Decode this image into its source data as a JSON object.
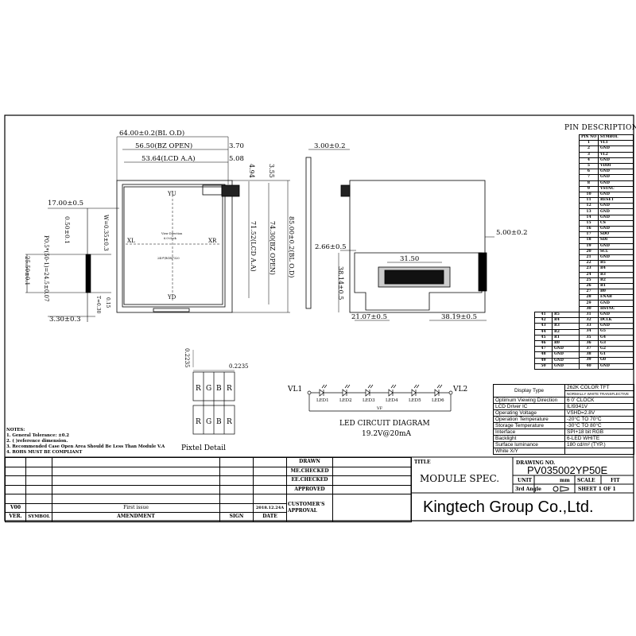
{
  "front_view": {
    "dim_bl_width": "64.00±0.2(BL O.D)",
    "dim_bz_width": "56.50(BZ OPEN)",
    "dim_aa_width": "53.64(LCD A.A)",
    "dim_3_70": "3.70",
    "dim_5_08": "5.08",
    "dim_4_94": "4.94",
    "dim_3_55": "3.55",
    "dim_aa_height": "71.52(LCD A.A)",
    "dim_bz_height": "74.30(BZ OPEN)",
    "dim_bl_height": "85.00±0.2(BL O.D)",
    "label_yu": "YU",
    "label_yd": "YD",
    "label_xl": "XL",
    "label_xr": "XR",
    "view_direction": "View Direction",
    "view_clock": "6.0'clock",
    "resolution": "240*(RGB)*320"
  },
  "fpc_view": {
    "dim_17": "17.00±0.5",
    "dim_050": "0.50±0.1",
    "dim_w": "W=0.35±0.3",
    "dim_p": "P0.5*(50-1)=24.5±0.07",
    "dim_2550": "25.50±0.1",
    "dim_t": "T=0.30",
    "dim_015": "0.15",
    "dim_330": "3.30±0.3"
  },
  "side_view": {
    "dim_thickness": "3.00±0.2"
  },
  "back_view": {
    "dim_266": "2.66±0.5",
    "dim_500": "5.00±0.2",
    "dim_3150": "31.50",
    "dim_3814": "38.14±0.5",
    "dim_2107": "21.07±0.5",
    "dim_3819": "38.19±0.5"
  },
  "pixel_detail": {
    "title": "Pixtel Detail",
    "pitch_h": "0.2235",
    "pitch_v": "0.2235",
    "subpixels": [
      "R",
      "G",
      "B",
      "R"
    ]
  },
  "led_circuit": {
    "vl1": "VL1",
    "vl2": "VL2",
    "leds": [
      "LED1",
      "LED2",
      "LED3",
      "LED4",
      "LED5",
      "LED6"
    ],
    "vf": "VF",
    "title": "LED CIRCUIT DIAGRAM",
    "rating": "19.2V@20mA"
  },
  "pin_description": {
    "title": "PIN DESCRIPTION",
    "header": [
      "PIN NO",
      "SYMBOL"
    ],
    "pins": [
      "VL1",
      "GND",
      "VL2",
      "GND",
      "VDDI",
      "GND",
      "GND",
      "GND",
      "VSYNC",
      "GND",
      "RESET",
      "GND",
      "GND",
      "GND",
      "CS",
      "GND",
      "SDO",
      "SDI",
      "GND",
      "SCL",
      "GND",
      "B5",
      "B4",
      "B3",
      "B2",
      "B1",
      "B0",
      "ENAB",
      "GND",
      "HSYNC",
      "GND",
      "DCLK",
      "GND",
      "G5",
      "G4",
      "G3",
      "G2",
      "G1",
      "G0",
      "GND",
      "R5",
      "R4",
      "R3",
      "R2",
      "R1",
      "R0",
      "GND",
      "GND",
      "GND",
      "GND"
    ]
  },
  "spec": {
    "rows": [
      {
        "label": "Display Type",
        "value": "262K COLOR TFT",
        "value2": "NORMALLY WHITE TRANSFLECTIVE"
      },
      {
        "label": "Optimum Viewing Direction",
        "value": "6 0' CLOCK"
      },
      {
        "label": "LCD Driver IC",
        "value": "ILI9341V"
      },
      {
        "label": "Operating Voltage",
        "value": "VSHD=2.8V"
      },
      {
        "label": "Operation Temperature",
        "value": "-20°C TO 70°C"
      },
      {
        "label": "Storage Temperature",
        "value": "-30°C TO 80°C"
      },
      {
        "label": "Interface",
        "value": "SPI+18 bit RGB"
      },
      {
        "label": "Backlight",
        "value": "6-LED WHITE"
      },
      {
        "label": "Surface luminance",
        "value": "180 cd/m² (TYP.)"
      },
      {
        "label": "White X/Y",
        "value": ""
      }
    ]
  },
  "notes": {
    "title": "NOTES:",
    "items": [
      "1. General Tolerance: ±0.2",
      "2. (   )reference dimension.",
      "3. Recommended Case Open Area Should Be Less Than Module V.A",
      "4. ROHS  MUST BE COMPLIANT"
    ]
  },
  "title_block": {
    "revision": {
      "ver": "V00",
      "symbol": "",
      "amendment": "First issue",
      "sign": "",
      "date": "2018.12.24A"
    },
    "headers": {
      "ver": "VER.",
      "symbol": "SYMBOL",
      "amendment": "AMENDMENT",
      "sign": "SIGN",
      "date": "DATE"
    },
    "drawn": "DRAWN",
    "me_checked": "ME.CHECKED",
    "ee_checked": "EE.CHECKED",
    "approved": "APPROVED",
    "customer_approval": "CUSTOMER'S APPROVAL",
    "title_label": "TITLE",
    "title": "MODULE SPEC.",
    "drawing_no_label": "DRAWING NO.",
    "drawing_no": "PV035002YP50E",
    "unit_label": "UNIT",
    "unit": "mm",
    "scale_label": "SCALE",
    "scale": "FIT",
    "projection": "3rd Angle",
    "sheet": "SHEET 1 OF 1",
    "company": "Kingtech Group Co.,Ltd."
  }
}
